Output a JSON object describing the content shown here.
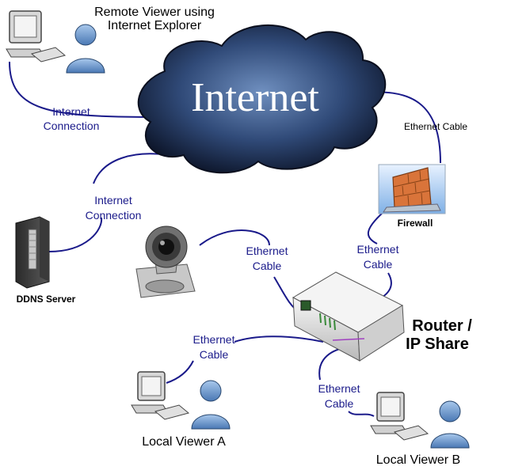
{
  "remote_viewer": {
    "line1": "Remote Viewer using",
    "line2": "Internet Explorer"
  },
  "internet": {
    "label": "Internet"
  },
  "links": {
    "internet_conn_1": {
      "line1": "Internet",
      "line2": "Connection"
    },
    "internet_conn_2": {
      "line1": "Internet",
      "line2": "Connection"
    },
    "ethernet_top": {
      "line1": "Ethernet Cable"
    },
    "ethernet_camera": {
      "line1": "Ethernet",
      "line2": "Cable"
    },
    "ethernet_firewall": {
      "line1": "Ethernet",
      "line2": "Cable"
    },
    "ethernet_local_a": {
      "line1": "Ethernet",
      "line2": "Cable"
    },
    "ethernet_local_b": {
      "line1": "Ethernet",
      "line2": "Cable"
    }
  },
  "firewall": {
    "label": "Firewall"
  },
  "ddns": {
    "label": "DDNS Server"
  },
  "router": {
    "line1": "Router /",
    "line2": "IP Share"
  },
  "local_a": {
    "label": "Local Viewer A"
  },
  "local_b": {
    "label": "Local Viewer B"
  },
  "colors": {
    "cable": "#1a1a8a",
    "cloud": "#1c2f55",
    "router": "#e6e6e6"
  }
}
